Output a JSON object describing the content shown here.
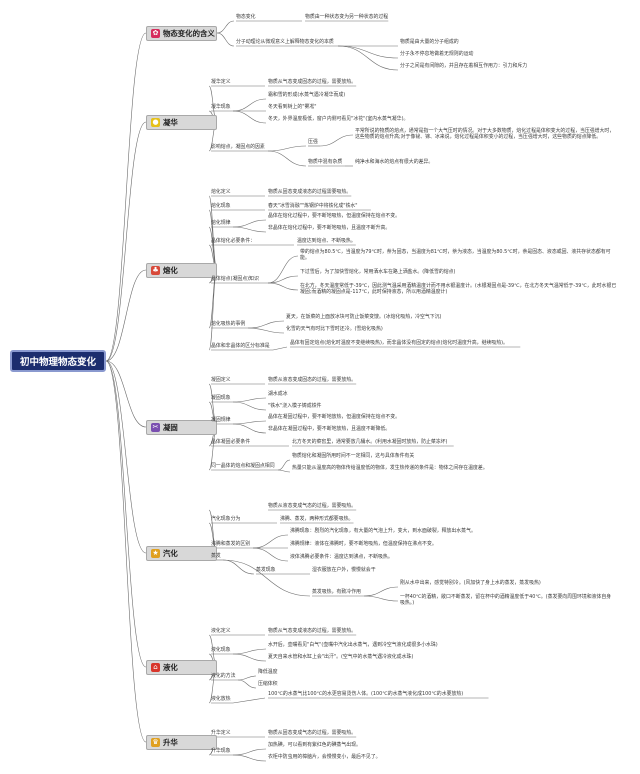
{
  "root": "初中物理物态变化",
  "colors": {
    "root_bg": "#1c2d6e",
    "category_bg": "#d8d8d8",
    "wire": "#6b6b6b"
  },
  "categories": [
    {
      "name": "物态变化的含义",
      "icon": "flower-icon",
      "icon_color": "#d62c5c",
      "items": [
        {
          "label": "物态变化",
          "detail": "物质由一种状态变为另一种状态的过程"
        },
        {
          "label": "分子动理论从微观意义上解释物态变化的本质",
          "points": [
            "物质是由大量的分子组成的",
            "分子永不停息地做着无规则的运动",
            "分子之间是有间隙的，并且存在着相互作用力：引力和斥力"
          ]
        }
      ]
    },
    {
      "name": "凝华",
      "icon": "bulb-icon",
      "icon_color": "#e6c11a",
      "items": [
        {
          "label": "凝华定义",
          "detail": "物质从气态变成固态的过程，需要放热。"
        },
        {
          "label": "凝华现象",
          "points": [
            "霜和雪的形成(水蒸气遇冷凝华而成)",
            "冬天看到树上的\"雾凇\"",
            "冬天，外界温度极低，窗户内侧可看见\"冰花\"(室内水蒸气凝华)。"
          ]
        },
        {
          "label": "影响熔点，凝固点的因素",
          "sub": [
            {
              "label": "压强",
              "detail": "平常所说的物质的熔点，通常是指一个大气压时的情况。对于大多数物质，熔化过程是体积变大的过程，当压强增大时，这些物质的熔点升高;对于像铋、镓、冰来说，熔化过程是体积变小的过程，当压强增大时，这些物质的熔点降低。"
            },
            {
              "label": "物质中混有杂质",
              "detail": "纯净水和海水的熔点有很大的差异。"
            }
          ]
        }
      ]
    },
    {
      "name": "熔化",
      "icon": "tree-icon",
      "icon_color": "#d84a3a",
      "items": [
        {
          "label": "熔化定义",
          "detail": "物质从固态变成液态的过程需要吸热。"
        },
        {
          "label": "熔化现象",
          "detail": "春天\"冰雪消融\"\"炼钢炉中将铁化成\"铁水\""
        },
        {
          "label": "熔化规律",
          "points": [
            "晶体在熔化过程中，要不断地吸热，但温度保持在熔点不变。",
            "非晶体在熔化过程中，要不断地吸热，且温度不断升高。"
          ]
        },
        {
          "label": "晶体熔化必要条件：",
          "detail": "温度达到熔点、不断吸热。"
        },
        {
          "label": "晶体熔点(凝固点)知识",
          "points": [
            "带的熔点为80.5℃，当温度为79℃时，萘为固态，当温度为81℃时，萘为液态，当温度为80.5℃时，萘是固态、液态或固、液共存状态都有可能。",
            "下过雪后，为了加快雪熔化，常用洒水车在路上洒盐水。(降低雪的熔点)",
            "在北方，冬天温度常低于-39℃，因此测气温采用酒精温度计而不用水银温度计。(水银凝固点是-39℃，在北方冬天气温常低于-39℃，此时水银已凝固;而酒精的凝固点是-117℃，此时保持液态，所以用酒精温度计)"
          ]
        },
        {
          "label": "熔化吸热的事例",
          "points": [
            "夏天，在饭菜的上面放冰块可防止饭菜变馊。(冰熔化吸热，冷空气下沉)",
            "化雪的天气有时比下雪时还冷。(雪熔化吸热)"
          ]
        },
        {
          "label": "晶体和非晶体的区分标准是",
          "detail": "晶体有固定熔点(熔化时温度不变继续吸热)，而非晶体没有固定的熔点(熔化时温度升高，继续吸热)。"
        }
      ]
    },
    {
      "name": "凝固",
      "icon": "scissors-icon",
      "icon_color": "#7a4fb0",
      "items": [
        {
          "label": "凝固定义",
          "detail": "物质从液态变成固态的过程，需要放热。"
        },
        {
          "label": "凝固现象",
          "points": [
            "湖水成冰",
            "\"铁水\"浇入模子铸成铁件"
          ]
        },
        {
          "label": "凝固规律",
          "points": [
            "晶体在凝固过程中，要不断地放热，但温度保持在熔点不变。",
            "非晶体在凝固过程中，要不断地放热，且温度不断降低。"
          ]
        },
        {
          "label": "晶体凝固必要条件",
          "detail": "北方冬天的菜窖里，通常要放几桶水。(利用水凝固时放热，防止菜冻坏)"
        },
        {
          "label": "同一晶体的熔点和凝固点相同",
          "points": [
            "物质熔化和凝固所用时间不一定相同，这与具体条件有关",
            "热量只能从温度高的物体传给温度低的物体，发生热传递的条件是：物体之间存在温度差。"
          ]
        }
      ]
    },
    {
      "name": "汽化",
      "icon": "medal-icon",
      "icon_color": "#e0a020",
      "items": [
        {
          "label": "",
          "detail": "物质从液态变成气态的过程，需要吸热。"
        },
        {
          "label": "汽化现象分为",
          "detail": "沸腾、蒸发，两种形式都要吸热。"
        },
        {
          "label": "沸腾和蒸发的区别",
          "points": [
            "沸腾现象：剧烈的汽化现象，有大量的气泡上升，变大，到水面破裂，释放出水蒸气。",
            "沸腾规律：液体在沸腾时，要不断地吸热，但温度保持在沸点不变。",
            "液体沸腾必要条件：温度达到沸点，不断吸热。"
          ]
        },
        {
          "label": "蒸发",
          "sub": [
            {
              "label": "蒸发现象",
              "points": [
                "湿衣服放在户外，慢慢就会干"
              ]
            },
            {
              "label": "蒸发吸热，有致冷作用",
              "points": [
                "刚从水中出来，感觉特别冷。(风加快了身上水的蒸发，蒸发吸热)",
                "一杯40℃的酒精，敞口不断蒸发，留在杯中的酒精温度低于40℃。(蒸发要向周围环境和液体自身吸热。)"
              ]
            }
          ]
        }
      ]
    },
    {
      "name": "液化",
      "icon": "house-icon",
      "icon_color": "#d8362b",
      "items": [
        {
          "label": "液化定义",
          "detail": "物质从气态变成液态的过程，需要放热。"
        },
        {
          "label": "液化现象",
          "points": [
            "水开后，壶嘴看见\"白气\"(壶嘴中汽化出水蒸气，遇到冷空气液化成很多小水珠)",
            "夏天自来水管和水缸上会\"出汗\"。(空气中的水蒸气遇冷液化成水珠)"
          ]
        },
        {
          "label": "液化的方法",
          "points": [
            "降低温度",
            "压缩体积"
          ]
        },
        {
          "label": "液化放热",
          "detail": "100℃的水蒸气比100℃的水更容易烫伤人体。(100℃的水蒸气液化成100℃的水要放热)"
        }
      ]
    },
    {
      "name": "升华",
      "icon": "trophy-icon",
      "icon_color": "#e0a020",
      "items": [
        {
          "label": "升华定义",
          "detail": "物质从固态变成气态的过程，需要吸热。"
        },
        {
          "label": "升华现象",
          "points": [
            "加热碘，可以看到有紫红色的碘蒸气出现。",
            "衣柜中防虫用的樟脑片，会慢慢变小，最后不见了。"
          ]
        }
      ]
    }
  ]
}
